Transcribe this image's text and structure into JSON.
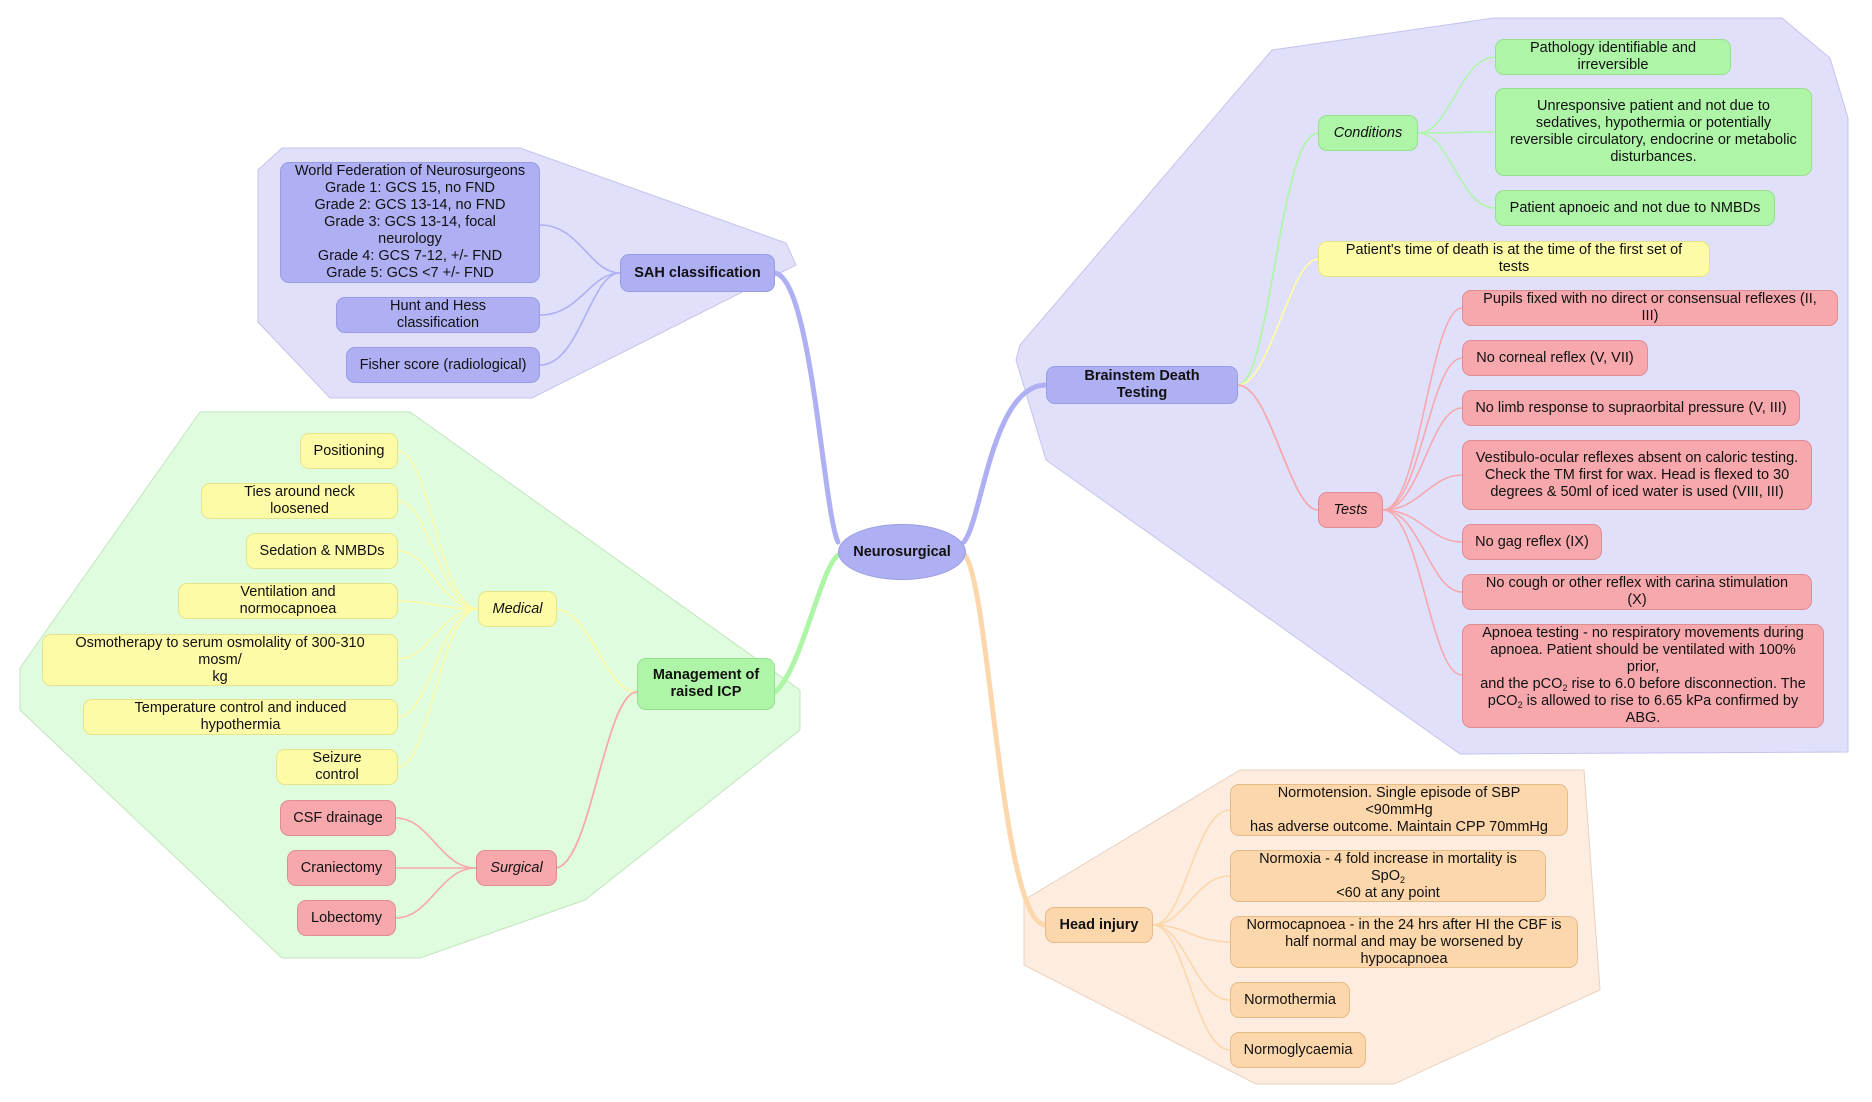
{
  "root": {
    "label": "Neurosurgical"
  },
  "sah": {
    "label": "SAH classification",
    "wfns": "World Federation of Neurosurgeons\nGrade 1: GCS 15, no FND\nGrade 2: GCS 13-14, no FND\nGrade 3: GCS 13-14, focal neurology\nGrade 4: GCS 7-12, +/- FND\nGrade 5: GCS <7 +/- FND",
    "hunt_hess": "Hunt and Hess classification",
    "fisher": "Fisher score (radiological)"
  },
  "icp": {
    "label": "Management of raised ICP",
    "medical": {
      "label": "Medical",
      "items": [
        "Positioning",
        "Ties around neck loosened",
        "Sedation & NMBDs",
        "Ventilation and normocapnoea",
        "Osmotherapy to serum osmolality of 300-310 mosm/\nkg",
        "Temperature control and induced hypothermia",
        "Seizure control"
      ]
    },
    "surgical": {
      "label": "Surgical",
      "items": [
        "CSF drainage",
        "Craniectomy",
        "Lobectomy"
      ]
    }
  },
  "bsdt": {
    "label": "Brainstem Death Testing",
    "conditions": {
      "label": "Conditions",
      "items": [
        "Pathology identifiable and irreversible",
        "Unresponsive patient and not due to\nsedatives, hypothermia or potentially\nreversible circulatory, endocrine or metabolic\ndisturbances.",
        "Patient apnoeic and not due to NMBDs"
      ]
    },
    "time_of_death": "Patient's time of death is at the time of the first set of tests",
    "tests": {
      "label": "Tests",
      "items": [
        "Pupils fixed with no direct or consensual reflexes (II, III)",
        "No corneal reflex (V, VII)",
        "No limb response to supraorbital pressure (V, III)",
        "Vestibulo-ocular reflexes absent on caloric testing.\nCheck the TM first for wax. Head is flexed to 30\ndegrees & 50ml of iced water is used (VIII, III)",
        "No gag reflex (IX)",
        "No cough or other reflex with carina stimulation (X)"
      ],
      "apnoea": {
        "line1": "Apnoea testing - no respiratory movements during",
        "line2": "apnoea. Patient should be ventilated with 100% prior,",
        "line3a": "and the pCO",
        "line3b": " rise to 6.0 before disconnection. The",
        "line4a": "pCO",
        "line4b": " is allowed to rise to 6.65 kPa confirmed by",
        "line5": "ABG.",
        "sub": "2"
      }
    }
  },
  "head_injury": {
    "label": "Head injury",
    "normotension": "Normotension. Single episode of SBP <90mmHg\nhas adverse outcome. Maintain CPP 70mmHg",
    "normoxia": {
      "a": "Normoxia - 4 fold increase in mortality is SpO",
      "sub": "2",
      "b": "<60 at any point"
    },
    "normocapnoea": "Normocapnoea - in the 24 hrs after HI the CBF is\nhalf normal and may be worsened by hypocapnoea",
    "normothermia": "Normothermia",
    "normoglycaemia": "Normoglycaemia"
  },
  "colors": {
    "blue": "#aeb0f3",
    "green": "#aff5a8",
    "yellow": "#fdfaa8",
    "red": "#f6a8ac",
    "orange": "#fcd7ab",
    "region_blue": "#e0e0fb",
    "region_green": "#e0fcde",
    "region_orange": "#fdece0"
  }
}
